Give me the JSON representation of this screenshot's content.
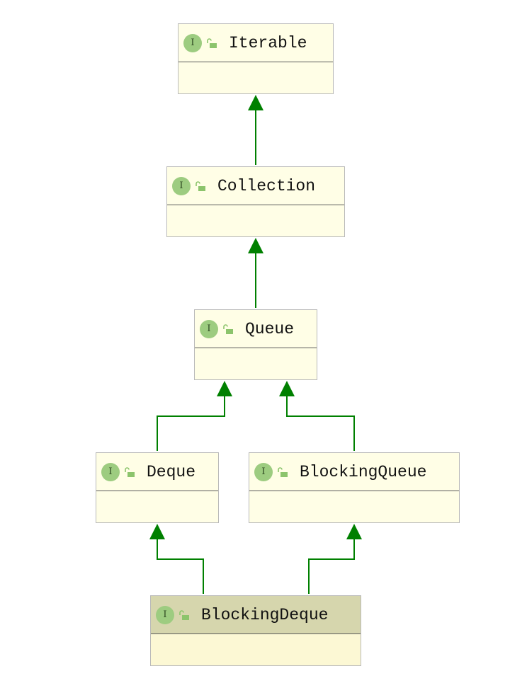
{
  "diagram": {
    "colors": {
      "edge": "#008000",
      "node_fill": "#fffee6",
      "node_border": "#b9b9b9",
      "selected_header": "#d6d6ad",
      "interface_badge": "#9dcc80"
    },
    "badge_letter": "I",
    "nodes": [
      {
        "id": "iterable",
        "name": "Iterable",
        "kind": "interface",
        "visibility": "public"
      },
      {
        "id": "collection",
        "name": "Collection",
        "kind": "interface",
        "visibility": "public"
      },
      {
        "id": "queue",
        "name": "Queue",
        "kind": "interface",
        "visibility": "public"
      },
      {
        "id": "deque",
        "name": "Deque",
        "kind": "interface",
        "visibility": "public"
      },
      {
        "id": "blockingqueue",
        "name": "BlockingQueue",
        "kind": "interface",
        "visibility": "public"
      },
      {
        "id": "blockingdeque",
        "name": "BlockingDeque",
        "kind": "interface",
        "visibility": "public",
        "selected": true
      }
    ],
    "edges": [
      {
        "from": "collection",
        "to": "iterable",
        "type": "extends"
      },
      {
        "from": "queue",
        "to": "collection",
        "type": "extends"
      },
      {
        "from": "deque",
        "to": "queue",
        "type": "extends"
      },
      {
        "from": "blockingqueue",
        "to": "queue",
        "type": "extends"
      },
      {
        "from": "blockingdeque",
        "to": "deque",
        "type": "extends"
      },
      {
        "from": "blockingdeque",
        "to": "blockingqueue",
        "type": "extends"
      }
    ]
  }
}
